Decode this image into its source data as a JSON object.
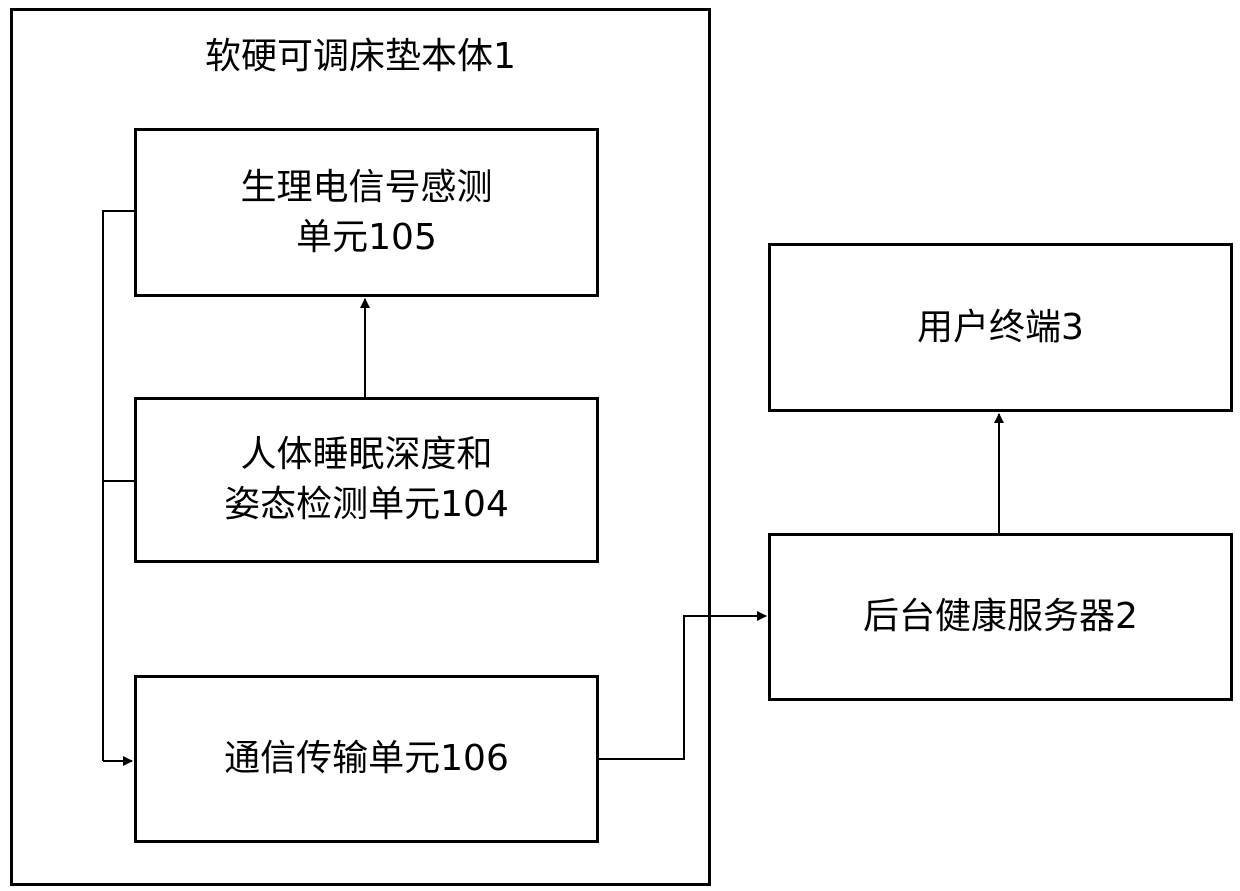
{
  "mattress": {
    "title": "软硬可调床垫本体1"
  },
  "units": {
    "bio_signal": {
      "line1": "生理电信号感测",
      "line2": "单元105"
    },
    "sleep_posture": {
      "line1": "人体睡眠深度和",
      "line2": "姿态检测单元104"
    },
    "comm": {
      "line1": "通信传输单元106"
    }
  },
  "server": {
    "label": "后台健康服务器2"
  },
  "terminal": {
    "label": "用户终端3"
  }
}
